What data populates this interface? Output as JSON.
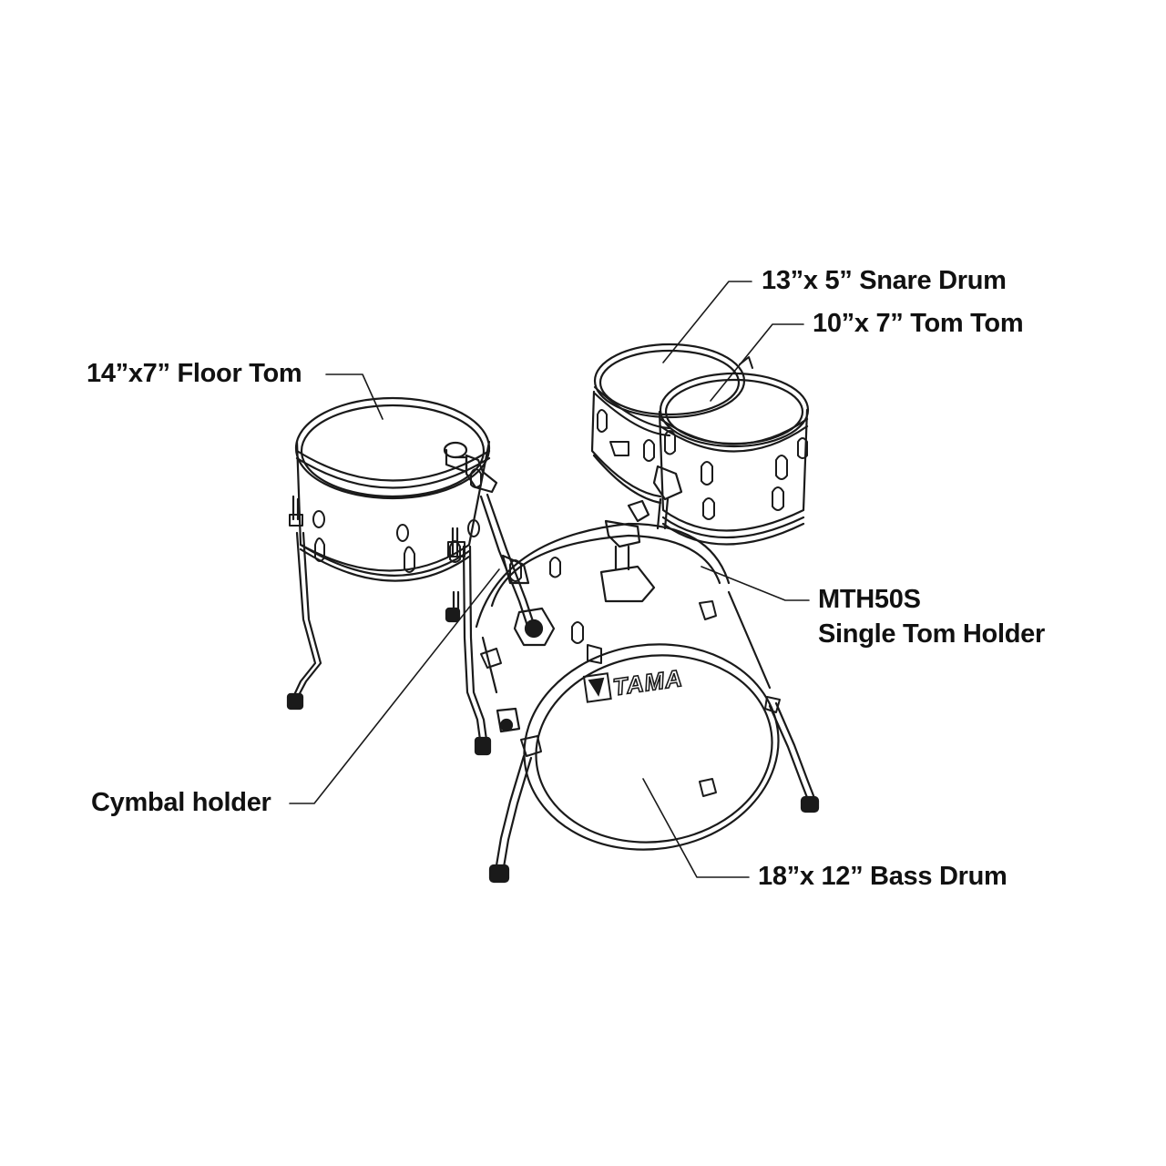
{
  "diagram": {
    "brand_logo": "TAMA",
    "colors": {
      "ink": "#1a1a1a",
      "label": "#111111",
      "background": "#ffffff"
    },
    "callouts": {
      "floor_tom": "14”x7” Floor Tom",
      "snare_drum": "13”x 5” Snare Drum",
      "tom_tom": "10”x 7” Tom Tom",
      "tom_holder_line1": "MTH50S",
      "tom_holder_line2": "Single Tom Holder",
      "cymbal_holder": "Cymbal holder",
      "bass_drum": "18”x 12” Bass Drum"
    }
  }
}
